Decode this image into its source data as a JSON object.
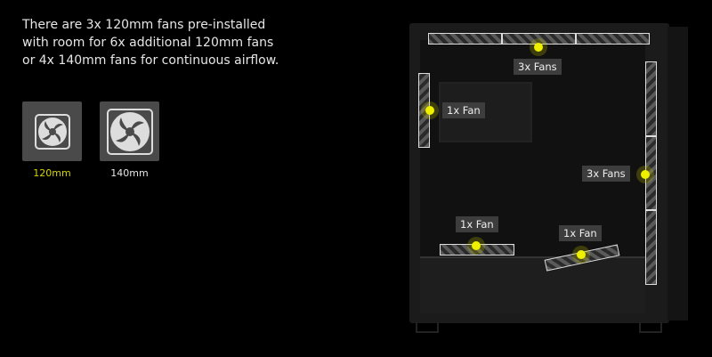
{
  "description": [
    "There are 3x 120mm fans pre-installed",
    "with room for 6x additional 120mm fans",
    "or 4x 140mm fans for continuous airflow."
  ],
  "fan_sizes": [
    {
      "label": "120mm",
      "selected": true,
      "color": "#d4d400"
    },
    {
      "label": "140mm",
      "selected": false,
      "color": "#e6e6e6"
    }
  ],
  "callouts": {
    "top": "3x Fans",
    "rear": "1x Fan",
    "front": "3x Fans",
    "bottom": "1x Fan",
    "bottom_front": "1x Fan"
  },
  "accent": "#eef000"
}
